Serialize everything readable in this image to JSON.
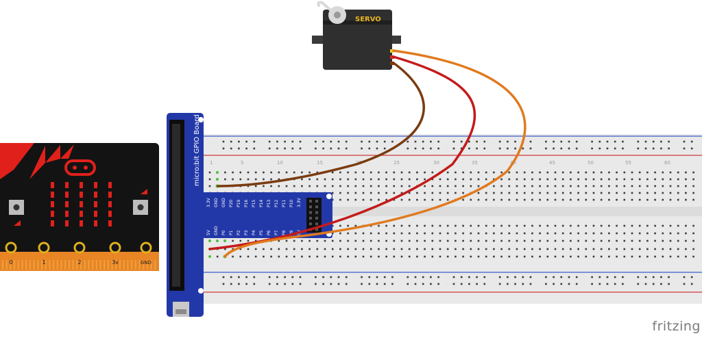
{
  "servo": {
    "label": "SERVO"
  },
  "gpio_board": {
    "title": "micro:bit GPIO Board",
    "top_pins": [
      "3.3V",
      "GND",
      "GND",
      "P20",
      "P19",
      "P16",
      "P15",
      "P14",
      "P13",
      "P12",
      "P11",
      "P10",
      "3.3V"
    ],
    "bottom_pins": [
      "5V",
      "GND",
      "P0",
      "P1",
      "P2",
      "P3",
      "P4",
      "P5",
      "P6",
      "P7",
      "P8",
      "P9",
      "5V"
    ]
  },
  "microbit": {
    "pad_labels": [
      "0",
      "1",
      "2",
      "3v",
      "GND"
    ]
  },
  "breadboard": {
    "column_numbers": [
      "1",
      "5",
      "10",
      "15",
      "20",
      "25",
      "30",
      "35",
      "40",
      "45",
      "50",
      "55",
      "60"
    ]
  },
  "wires": [
    {
      "name": "ground-wire",
      "color": "#7a3b0f"
    },
    {
      "name": "power-wire",
      "color": "#c41a1a"
    },
    {
      "name": "signal-wire",
      "color": "#e07a1f"
    }
  ],
  "watermark": "fritzing"
}
